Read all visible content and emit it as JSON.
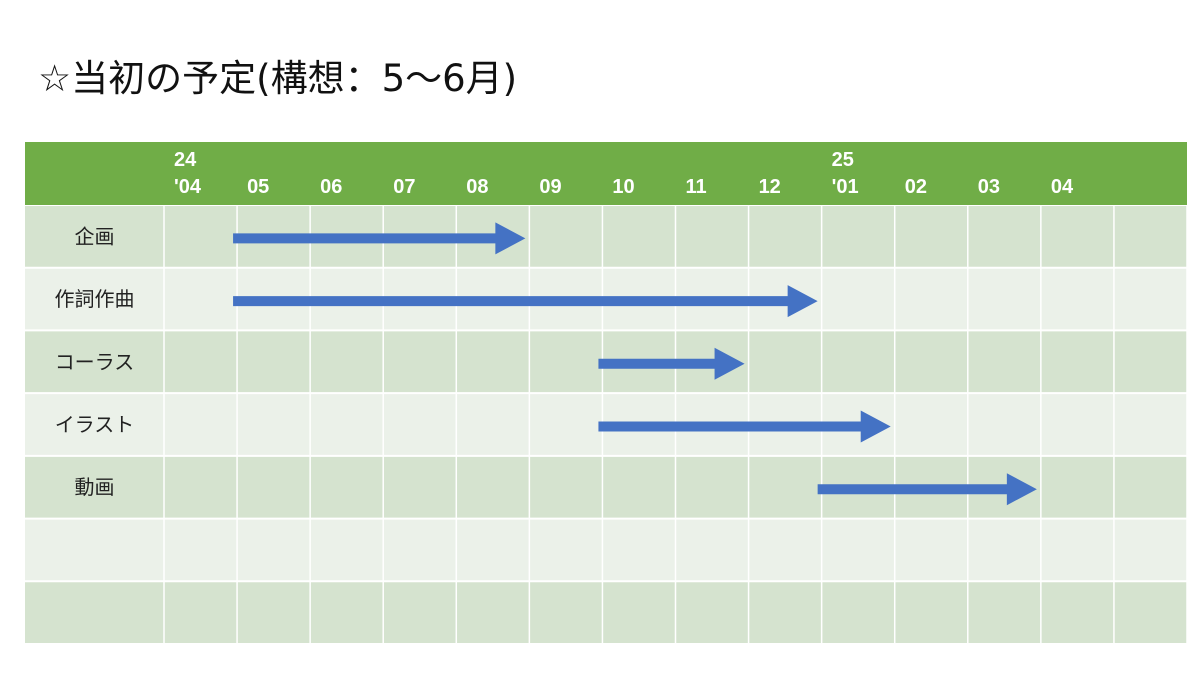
{
  "title": "☆当初の予定(構想：5〜6月)",
  "colors": {
    "header": "#70ad47",
    "row_dark": "#d5e3cf",
    "row_light": "#ebf1e9",
    "arrow": "#4472c4",
    "grid": "#ffffff"
  },
  "chart_data": {
    "type": "gantt",
    "columns": [
      {
        "top": "24",
        "bottom": "'04"
      },
      {
        "top": "",
        "bottom": "05"
      },
      {
        "top": "",
        "bottom": "06"
      },
      {
        "top": "",
        "bottom": "07"
      },
      {
        "top": "",
        "bottom": "08"
      },
      {
        "top": "",
        "bottom": "09"
      },
      {
        "top": "",
        "bottom": "10"
      },
      {
        "top": "",
        "bottom": "11"
      },
      {
        "top": "",
        "bottom": "12"
      },
      {
        "top": "25",
        "bottom": "'01"
      },
      {
        "top": "",
        "bottom": "02"
      },
      {
        "top": "",
        "bottom": "03"
      },
      {
        "top": "",
        "bottom": "04"
      },
      {
        "top": "",
        "bottom": ""
      }
    ],
    "tasks": [
      {
        "label": "企画",
        "start": "2024-05",
        "end": "2024-08"
      },
      {
        "label": "作詞作曲",
        "start": "2024-05",
        "end": "2024-12"
      },
      {
        "label": "コーラス",
        "start": "2024-10",
        "end": "2024-11"
      },
      {
        "label": "イラスト",
        "start": "2024-10",
        "end": "2025-01"
      },
      {
        "label": "動画",
        "start": "2025-01",
        "end": "2025-03"
      },
      {
        "label": "",
        "start": null,
        "end": null
      },
      {
        "label": "",
        "start": null,
        "end": null
      }
    ]
  }
}
